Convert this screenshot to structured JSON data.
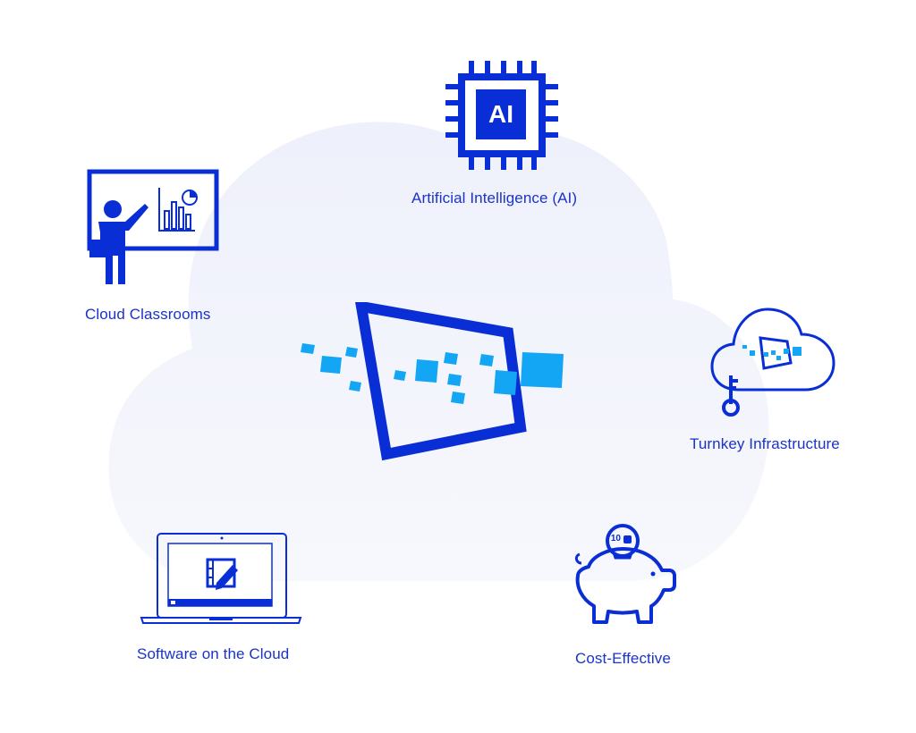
{
  "diagram": {
    "accent_color": "#0a2ed6",
    "secondary_color": "#13a6f5",
    "center": {
      "icon": "brand-logo-icon"
    },
    "features": [
      {
        "id": "ai",
        "label": "Artificial Intelligence (AI)",
        "icon": "ai-chip-icon",
        "chip_text": "AI"
      },
      {
        "id": "classrooms",
        "label": "Cloud Classrooms",
        "icon": "presentation-teacher-icon"
      },
      {
        "id": "turnkey",
        "label": "Turnkey Infrastructure",
        "icon": "cloud-key-icon"
      },
      {
        "id": "software",
        "label": "Software on the Cloud",
        "icon": "laptop-app-icon"
      },
      {
        "id": "cost",
        "label": "Cost-Effective",
        "icon": "piggy-bank-icon",
        "coin_text": "10"
      }
    ]
  }
}
